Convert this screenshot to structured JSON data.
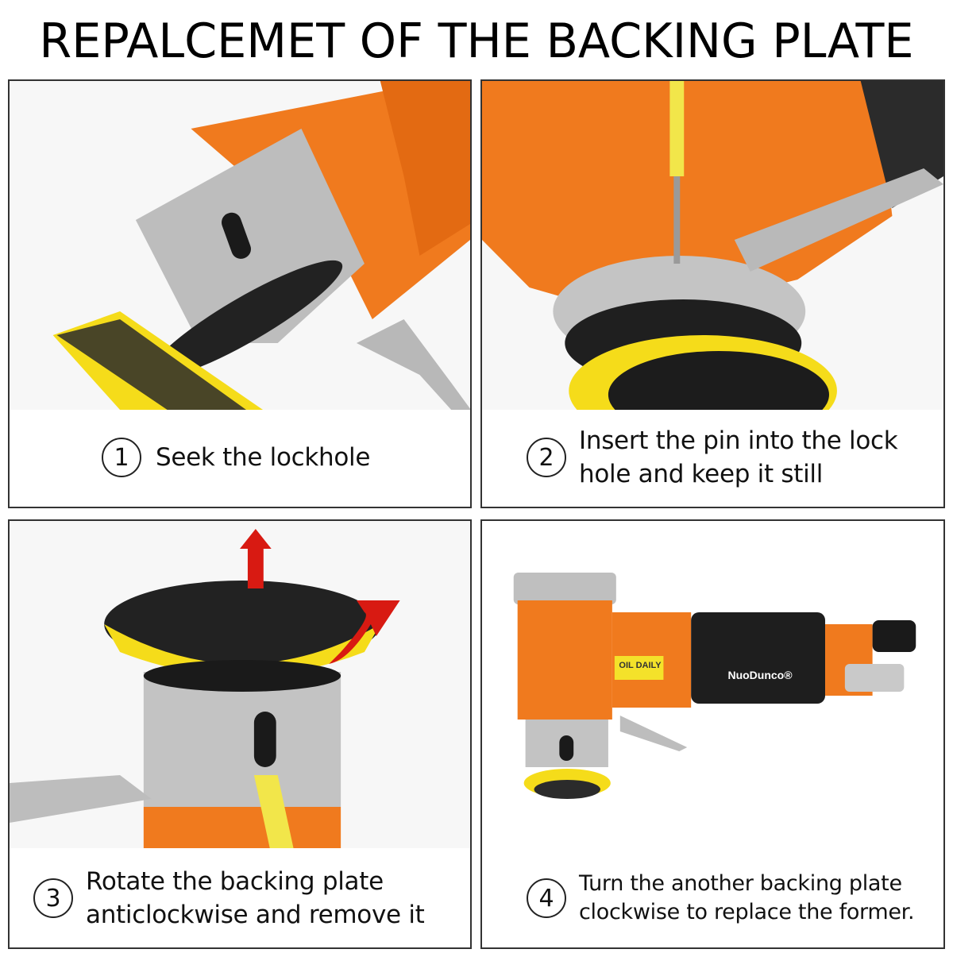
{
  "title": "REPALCEMET OF THE BACKING PLATE",
  "colors": {
    "body_orange": "#f07a1e",
    "pad_yellow": "#f5dc1a",
    "metal": "#c8c8c8",
    "arrow_red": "#d81a12",
    "frame": "#333333"
  },
  "steps": [
    {
      "number": "1",
      "text": "Seek the lockhole"
    },
    {
      "number": "2",
      "text": "Insert the pin into the lock hole and keep it still"
    },
    {
      "number": "3",
      "text": "Rotate the backing plate anticlockwise and remove it"
    },
    {
      "number": "4",
      "text": "Turn the another backing plate clockwise to replace the former."
    }
  ],
  "product_labels": {
    "oil_sticker": "OIL DAILY",
    "brand": "NuoDunco®"
  }
}
